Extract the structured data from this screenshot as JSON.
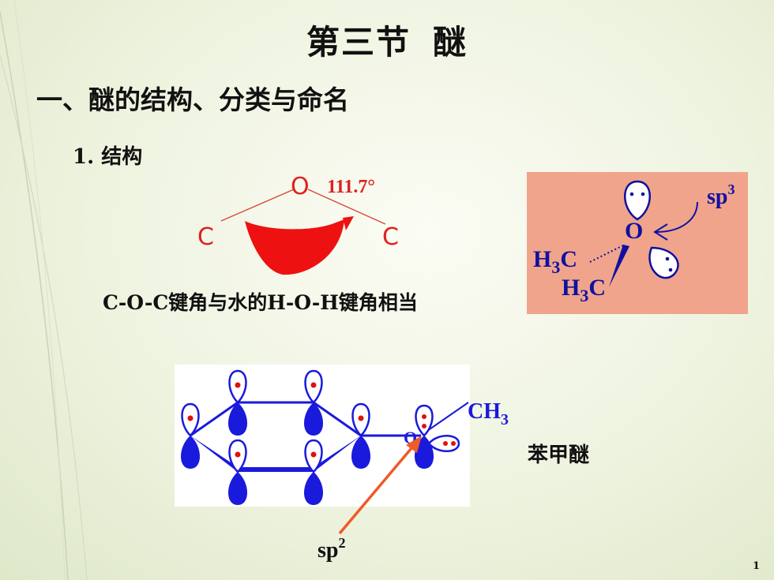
{
  "slide": {
    "title_part1": "第三节",
    "title_part2": "醚",
    "heading": "一、醚的结构、分类与命名",
    "subheading": "1. 结构",
    "caption": "C-O-C键角与水的H-O-H键角相当",
    "compound_name": "苯甲醚",
    "page_number": "1"
  },
  "angle_diagram": {
    "oxygen": "O",
    "carbon_left": "C",
    "carbon_right": "C",
    "angle": "111.7°"
  },
  "orbital_diagram": {
    "oxygen": "O",
    "methyl_top_main": "H",
    "methyl_top_sub": "3",
    "methyl_top_c": "C",
    "methyl_bottom_main": "H",
    "methyl_bottom_sub": "3",
    "methyl_bottom_c": "C",
    "hybrid": "sp",
    "hybrid_sup": "3",
    "bg_color": "#f0a48c"
  },
  "anisole_diagram": {
    "oxygen": "O",
    "methyl_main": "CH",
    "methyl_sub": "3",
    "hybrid": "sp",
    "hybrid_sup": "2",
    "orbital_color": "#1a1adc",
    "dot_color": "#e01010"
  }
}
